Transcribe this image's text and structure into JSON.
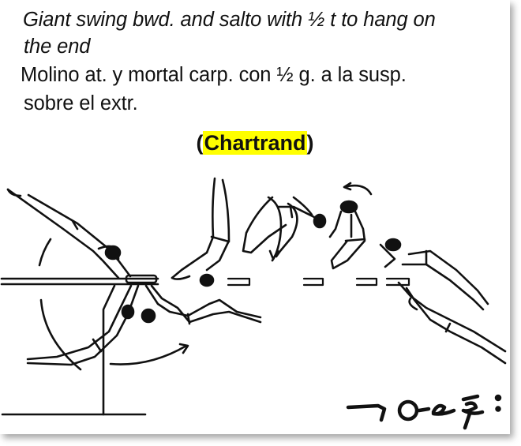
{
  "document": {
    "description_en": {
      "line1": "Giant swing bwd. and salto with ½ t to hang on",
      "line2": "the end"
    },
    "description_es": {
      "line1": "Molino at. y mortal carp. con ½ g. a la susp.",
      "line2": "sobre el extr."
    },
    "title": {
      "open_paren": "(",
      "name": "Chartrand",
      "close_paren": ")",
      "highlight_color": "#ffff00"
    },
    "illustration": {
      "subject": "gymnast-sequence-on-high-bar",
      "figures": [
        "giant-swing-handstand",
        "swing-down-under-bar",
        "release-pike",
        "salto-with-half-turn",
        "pike-tuck",
        "regrasp-hang-end"
      ],
      "notation_symbols": "┐ Ο ∂ ℓ ξ :"
    }
  }
}
